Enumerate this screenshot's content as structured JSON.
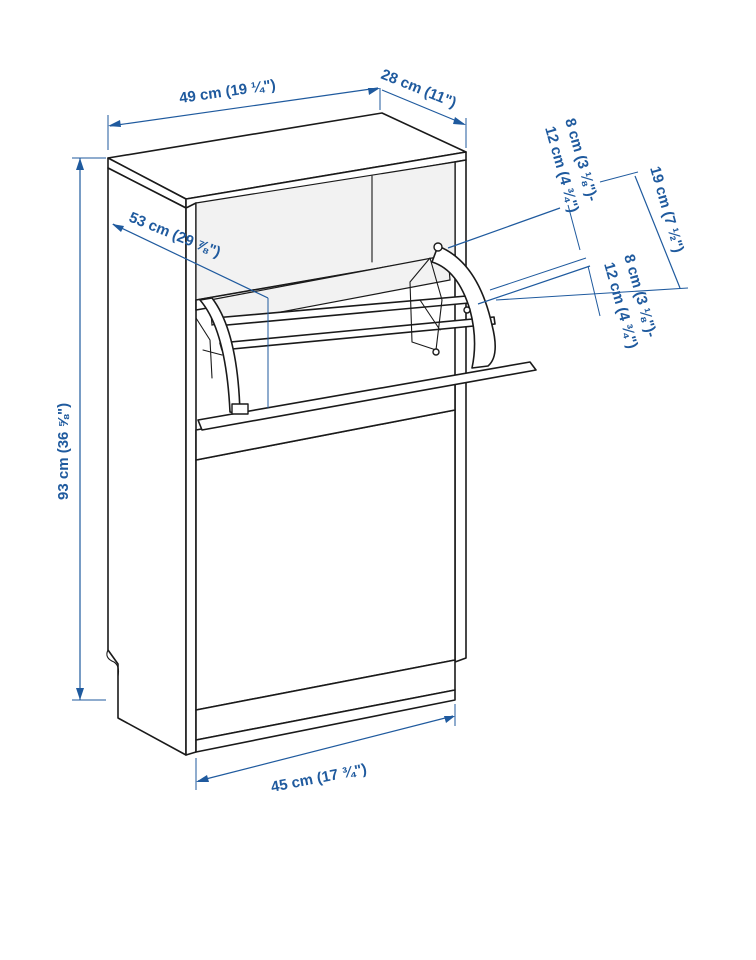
{
  "dimensions": {
    "width_top": "49 cm (19 ¼\")",
    "depth_top": "28 cm (11\")",
    "height": "93 cm (36 ⅝\")",
    "door_open_depth": "53 cm (29 ⅞\")",
    "width_bottom": "45 cm (17 ¾\")",
    "shoe_height_a": "8 cm (3 ⅛\")-",
    "shoe_height_a2": "12 cm (4 ¾\")",
    "compartment_height": "19 cm (7 ½\")",
    "shoe_height_b": "8 cm (3 ⅛\")-",
    "shoe_height_b2": "12 cm (4 ¾\")"
  },
  "colors": {
    "dimension": "#1f5a9e",
    "line_art": "#1a1a1a"
  }
}
